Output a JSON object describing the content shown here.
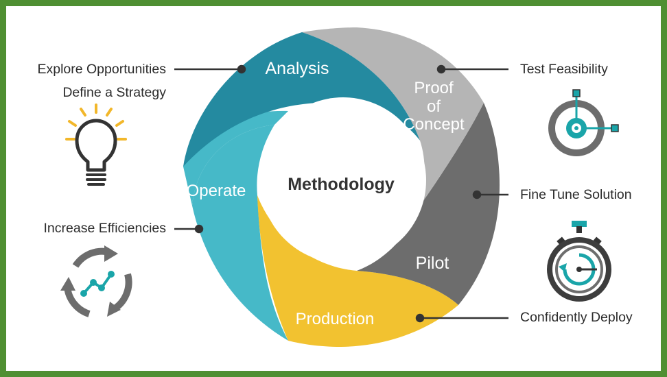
{
  "center": {
    "title": "Methodology"
  },
  "segments": [
    {
      "id": "analysis",
      "label": "Analysis",
      "color": "#248aa0"
    },
    {
      "id": "proof",
      "label_lines": [
        "Proof",
        "of",
        "Concept"
      ],
      "color": "#b5b5b5"
    },
    {
      "id": "pilot",
      "label": "Pilot",
      "color": "#6d6d6d"
    },
    {
      "id": "production",
      "label": "Production",
      "color": "#f2c230"
    },
    {
      "id": "operate",
      "label": "Operate",
      "color": "#46b9c8"
    }
  ],
  "callouts": {
    "explore": "Explore Opportunities",
    "strategy": "Define a Strategy",
    "efficiencies": "Increase Efficiencies",
    "feasibility": "Test Feasibility",
    "fine_tune": "Fine Tune Solution",
    "deploy": "Confidently Deploy"
  },
  "icons": [
    "lightbulb-icon",
    "cycle-chart-icon",
    "target-icon",
    "stopwatch-icon"
  ],
  "colors": {
    "border": "#4f8f32",
    "bulb_rays": "#f2b72a",
    "icon_dark": "#3d3d3d",
    "icon_gray": "#6d6d6d",
    "icon_teal": "#1aa5a9"
  }
}
